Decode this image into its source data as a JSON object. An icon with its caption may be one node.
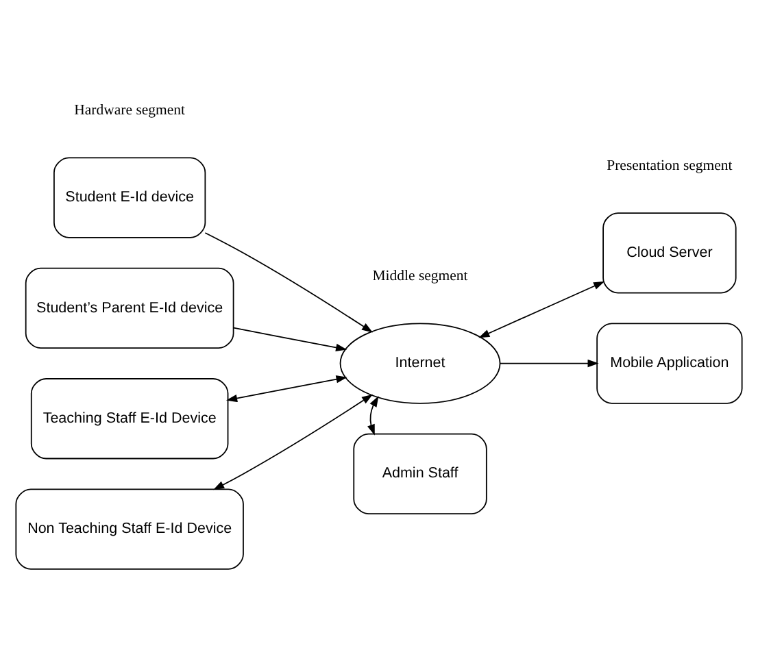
{
  "diagram": {
    "nodes": [
      {
        "text": [
          "Student E-Id device"
        ]
      },
      {
        "text": [
          "Cloud Server"
        ]
      },
      {
        "text": [
          "Student’s Parent E-Id device"
        ]
      },
      {
        "text": [
          "Internet"
        ]
      },
      {
        "text": [
          "Teaching Staff E-Id Device"
        ]
      },
      {
        "text": [
          "Mobile Application"
        ]
      },
      {
        "text": [
          "Non Teaching Staff E-Id Device"
        ]
      },
      {
        "text": [
          "Admin Staff"
        ]
      }
    ],
    "edges": [
      {
        "from": 0,
        "to": 3,
        "arrow": "to"
      },
      {
        "from": 2,
        "to": 3,
        "arrow": "to"
      },
      {
        "from": 4,
        "to": 3,
        "arrow": "both"
      },
      {
        "from": 6,
        "to": 3,
        "arrow": "both"
      },
      {
        "from": 1,
        "to": 3,
        "arrow": "both"
      },
      {
        "from": 3,
        "to": 5,
        "arrow": "to"
      },
      {
        "from": 3,
        "to": 7,
        "arrow": "both"
      }
    ],
    "labels": [
      "Hardware segment",
      "Middle segment",
      "Presentation segment"
    ]
  }
}
